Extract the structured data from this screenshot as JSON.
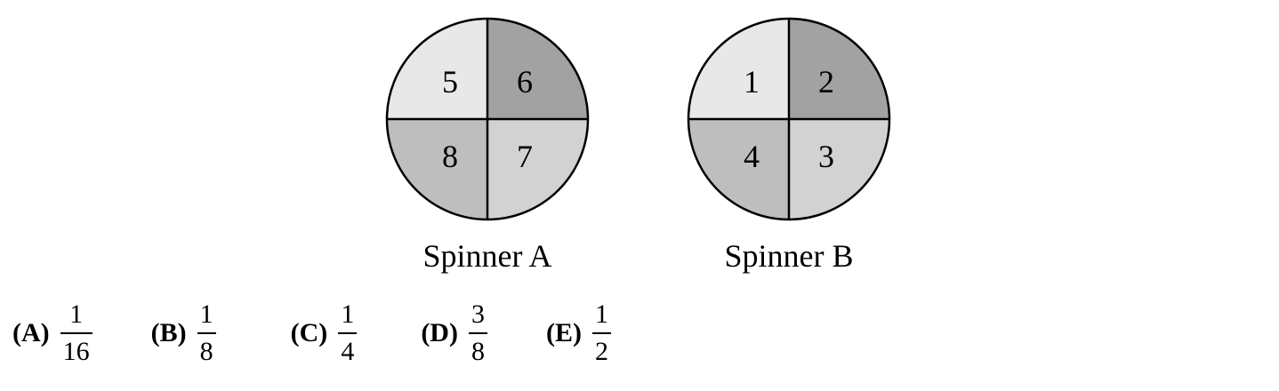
{
  "spinners": [
    {
      "name": "Spinner A",
      "sectors": [
        {
          "label": "5",
          "position": "top-left",
          "color": "#e8e8e8"
        },
        {
          "label": "6",
          "position": "top-right",
          "color": "#a2a2a2"
        },
        {
          "label": "7",
          "position": "bottom-right",
          "color": "#d2d2d2"
        },
        {
          "label": "8",
          "position": "bottom-left",
          "color": "#bebebe"
        }
      ]
    },
    {
      "name": "Spinner B",
      "sectors": [
        {
          "label": "1",
          "position": "top-left",
          "color": "#e8e8e8"
        },
        {
          "label": "2",
          "position": "top-right",
          "color": "#a2a2a2"
        },
        {
          "label": "3",
          "position": "bottom-right",
          "color": "#d2d2d2"
        },
        {
          "label": "4",
          "position": "bottom-left",
          "color": "#bebebe"
        }
      ]
    }
  ],
  "choices": [
    {
      "letter": "(A)",
      "numerator": "1",
      "denominator": "16"
    },
    {
      "letter": "(B)",
      "numerator": "1",
      "denominator": "8"
    },
    {
      "letter": "(C)",
      "numerator": "1",
      "denominator": "4"
    },
    {
      "letter": "(D)",
      "numerator": "3",
      "denominator": "8"
    },
    {
      "letter": "(E)",
      "numerator": "1",
      "denominator": "2"
    }
  ]
}
